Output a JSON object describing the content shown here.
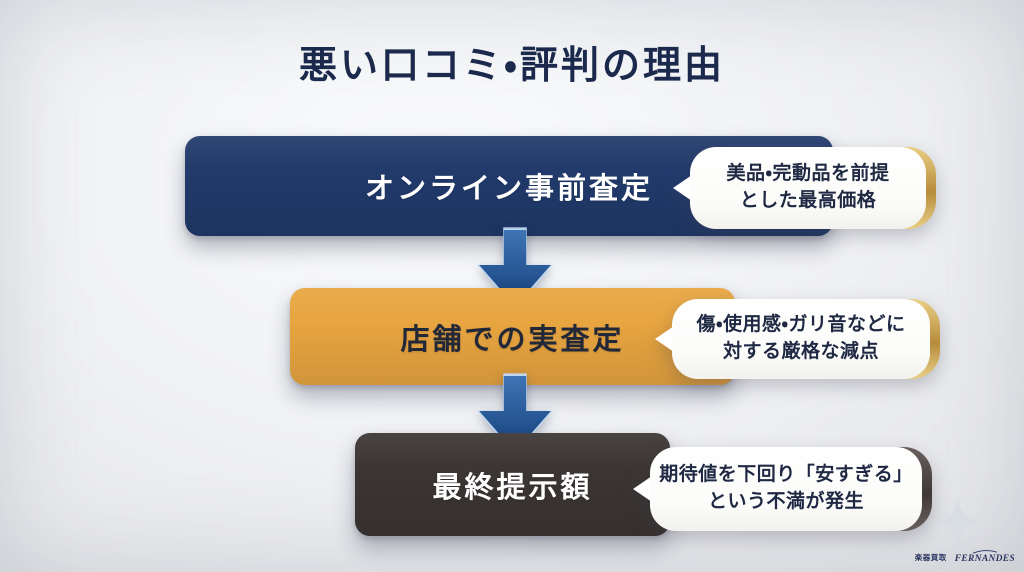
{
  "page": {
    "title": "悪い口コミ・評判の理由"
  },
  "flow": {
    "arrow": {
      "top_color": "#3E74B5",
      "bottom_color": "#16407B",
      "glow_color": "#BFD9F2"
    },
    "steps": [
      {
        "id": "online-pre-assessment",
        "label": "オンライン事前査定",
        "box_color": "#213A6B",
        "label_color": "#FFFFFF",
        "note_line1": "美品・完動品を前提",
        "note_line2": "とした最高価格",
        "note_text_color": "#1F2943",
        "note_edge_hi": "#E9CF86",
        "note_edge_lo": "#B78C3C"
      },
      {
        "id": "in-store-assessment",
        "label": "店舗での実査定",
        "box_color": "#E8A540",
        "label_color": "#232838",
        "note_line1": "傷・使用感・ガリ音などに",
        "note_line2": "対する厳格な減点",
        "note_text_color": "#1F2943",
        "note_edge_hi": "#E9CF86",
        "note_edge_lo": "#B78C3C"
      },
      {
        "id": "final-offer",
        "label": "最終提示額",
        "box_color": "#3B3533",
        "label_color": "#FFFFFF",
        "note_line1": "期待値を下回り「安すぎる」",
        "note_line2": "という不満が発生",
        "note_text_color": "#1F2943",
        "note_edge_hi": "#6A615E",
        "note_edge_lo": "#3E3836"
      }
    ]
  },
  "branding": {
    "sparkle_color": "#D8DCE3",
    "logo_text_jp": "楽器買取",
    "logo_text_en": "FERNANDES"
  }
}
